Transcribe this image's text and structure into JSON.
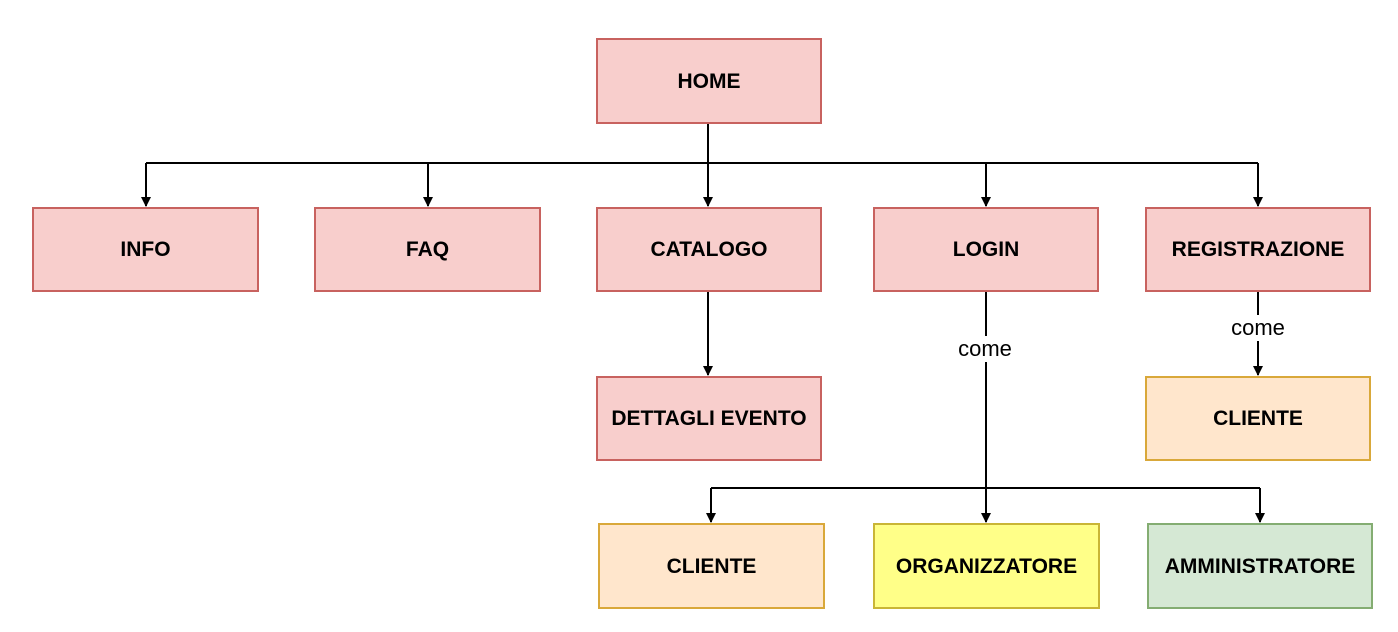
{
  "nodes": {
    "home": "HOME",
    "info": "INFO",
    "faq": "FAQ",
    "catalogo": "CATALOGO",
    "login": "LOGIN",
    "registrazione": "REGISTRAZIONE",
    "dettagli_evento": "DETTAGLI EVENTO",
    "cliente_registrazione": "CLIENTE",
    "cliente_login": "CLIENTE",
    "organizzatore": "ORGANIZZATORE",
    "amministratore": "AMMINISTRATORE"
  },
  "edge_labels": {
    "login_come": "come",
    "registrazione_come": "come"
  },
  "colors": {
    "page_node_fill": "#f8cecc",
    "page_node_border": "#c8625f",
    "cliente_fill": "#ffe6cc",
    "cliente_border": "#d9a83a",
    "organizzatore_fill": "#ffff88",
    "organizzatore_border": "#c9b536",
    "amministratore_fill": "#d5e8d4",
    "amministratore_border": "#84ad72",
    "edge_color": "#000000"
  }
}
